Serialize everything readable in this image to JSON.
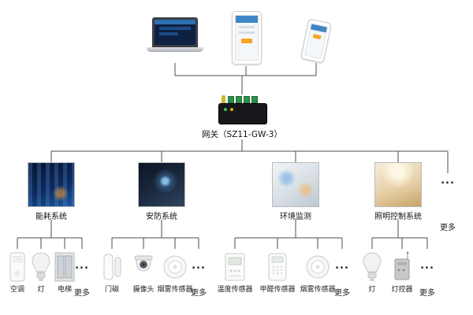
{
  "gateway": {
    "label": "网关（SZ11-GW-3）"
  },
  "ellipsis": "...",
  "more_label": "更多",
  "systems": [
    {
      "label": "能耗系统",
      "more": "更多",
      "devices": [
        {
          "label": "空调"
        },
        {
          "label": "灯"
        },
        {
          "label": "电梯"
        }
      ]
    },
    {
      "label": "安防系统",
      "more": "更多",
      "devices": [
        {
          "label": "门磁"
        },
        {
          "label": "摄像头"
        },
        {
          "label": "烟雾传感器"
        }
      ]
    },
    {
      "label": "环境监测",
      "more": "更多",
      "devices": [
        {
          "label": "温度传感器"
        },
        {
          "label": "甲醛传感器"
        },
        {
          "label": "烟雾传感器"
        }
      ]
    },
    {
      "label": "照明控制系统",
      "more": "更多",
      "devices": [
        {
          "label": "灯"
        },
        {
          "label": "灯控器"
        }
      ]
    }
  ]
}
